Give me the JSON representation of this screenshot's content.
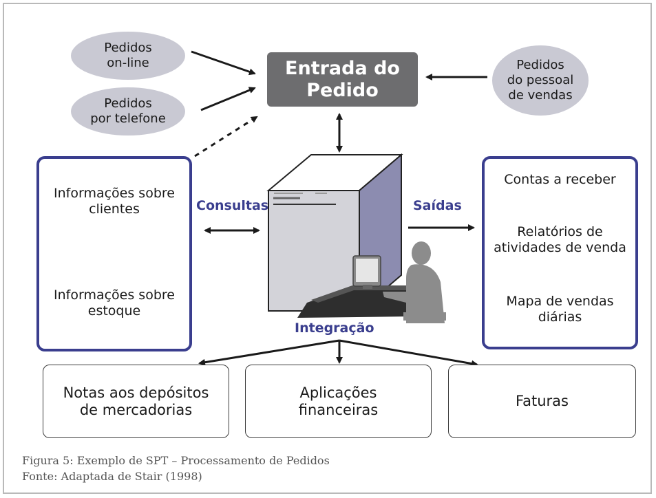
{
  "entrada": "Entrada do\nPedido",
  "pedidos_online": "Pedidos\non-line",
  "pedidos_telefone": "Pedidos\npor telefone",
  "pedidos_vendas": "Pedidos\ndo pessoal\nde vendas",
  "left_panel": {
    "clientes": "Informações sobre\nclientes",
    "estoque": "Informações sobre\nestoque"
  },
  "right_panel": {
    "contas": "Contas a receber",
    "relatorios": "Relatórios de\natividades de venda",
    "mapa": "Mapa de vendas\ndiárias"
  },
  "consultas": "Consultas",
  "saidas": "Saídas",
  "integracao": "Integração",
  "bottom": {
    "notas": "Notas aos depósitos\nde mercadorias",
    "aplicacoes": "Aplicações\nfinanceiras",
    "faturas": "Faturas"
  },
  "caption": {
    "figura": "Figura 5: Exemplo de SPT – Processamento de Pedidos",
    "fonte": "Fonte: Adaptada de Stair (1998)"
  },
  "colors": {
    "panel_border": "#3a3e8e",
    "entry_box": "#6d6d6f",
    "ellipse_fill": "#c9c9d3",
    "server_front": "#d3d3d9",
    "server_side": "#8c8cb0"
  }
}
